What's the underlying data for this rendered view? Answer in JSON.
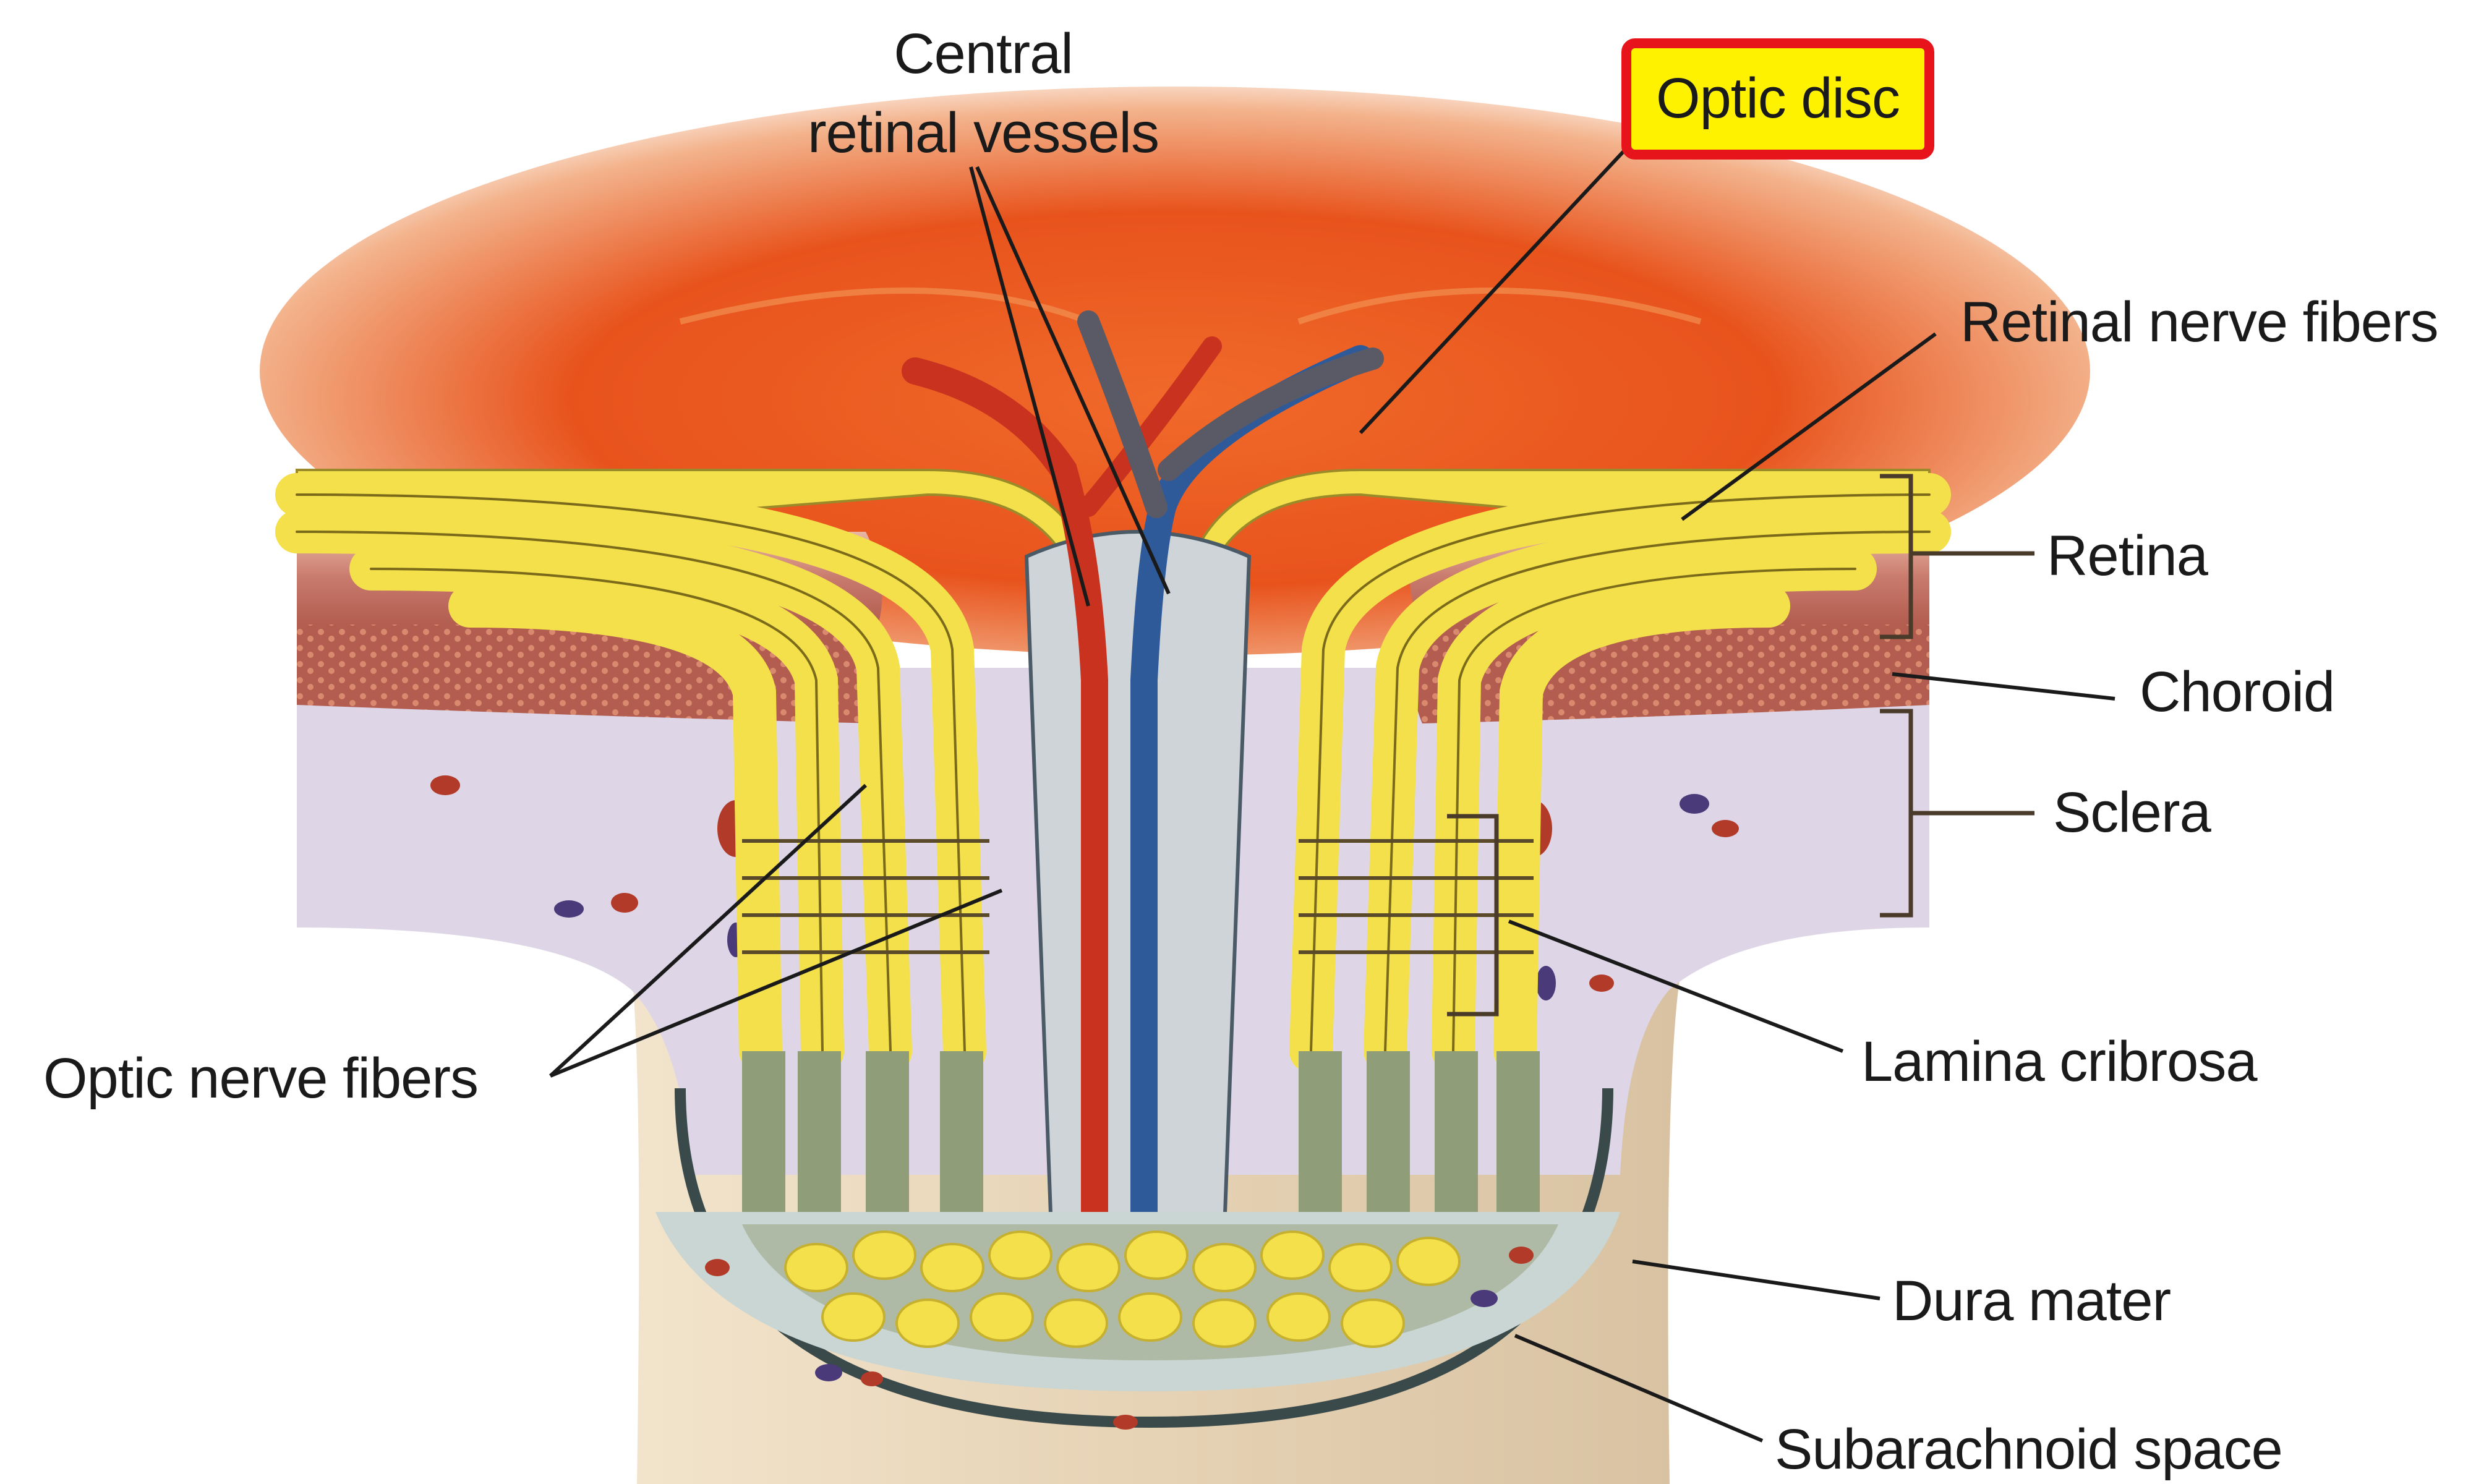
{
  "labels": {
    "central_vessels_line1": "Central",
    "central_vessels_line2": "retinal vessels",
    "optic_disc": "Optic disc",
    "retinal_nerve_fibers": "Retinal nerve fibers",
    "retina": "Retina",
    "choroid": "Choroid",
    "sclera": "Sclera",
    "optic_nerve_fibers": "Optic nerve fibers",
    "lamina_cribrosa": "Lamina cribrosa",
    "dura_mater": "Dura mater",
    "subarachnoid_space": "Subarachnoid space"
  },
  "colors": {
    "highlight_fill": "#fff200",
    "highlight_border": "#e8141b",
    "fundus": "#e8531c",
    "nerve_fiber": "#f3e04a",
    "artery": "#c8321e",
    "vein": "#2f5a9a",
    "sclera": "#ded6e6",
    "choroid": "#b25d50",
    "dura": "#e6d2b4"
  }
}
